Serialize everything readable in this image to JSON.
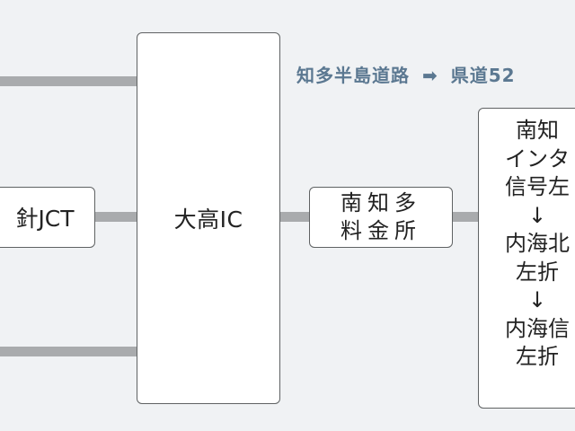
{
  "jct_label": "針JCT",
  "ic_label": "大高IC",
  "toll_lines": [
    "南知多",
    "料金所"
  ],
  "heading": {
    "from": "知多半島道路",
    "arrow": "➡",
    "to": "県道52"
  },
  "route_lines": [
    "南知",
    "インタ",
    "信号左",
    "↓",
    "内海北",
    "左折",
    "↓",
    "内海信",
    "左折"
  ],
  "colors": {
    "background": "#f0f2f4",
    "line": "#a9abad",
    "box_border": "#5f6263",
    "heading": "#5b7891"
  }
}
